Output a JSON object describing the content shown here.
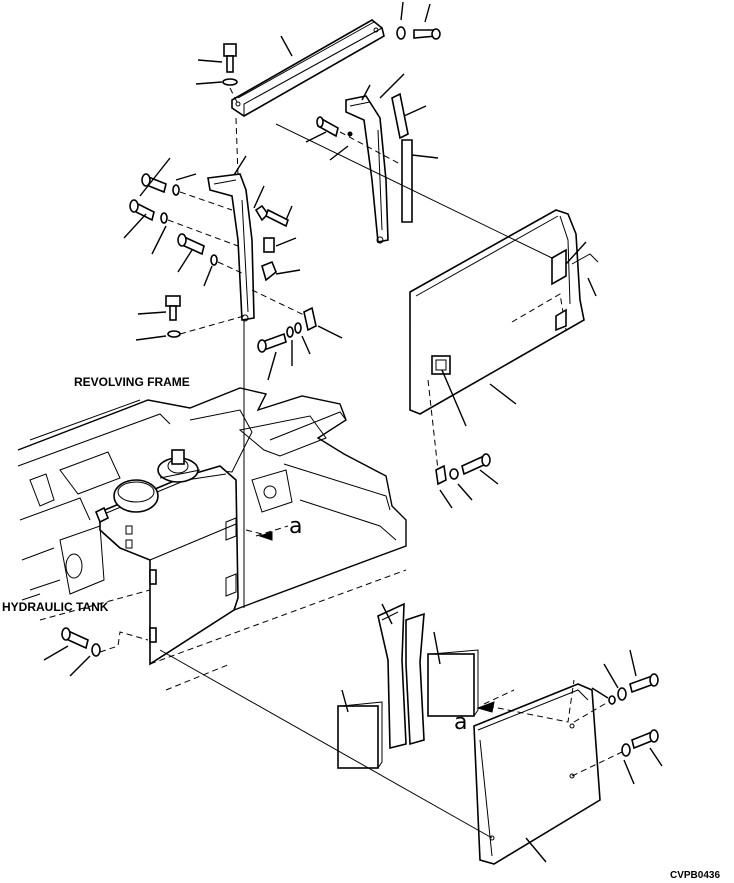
{
  "labels": {
    "revolving_frame": "REVOLVING FRAME",
    "hydraulic_tank": "HYDRAULIC TANK",
    "view_a_upper": "a",
    "view_a_lower": "a",
    "drawing_code": "CVPB0436"
  },
  "colors": {
    "line": "#000000",
    "background": "#ffffff"
  }
}
